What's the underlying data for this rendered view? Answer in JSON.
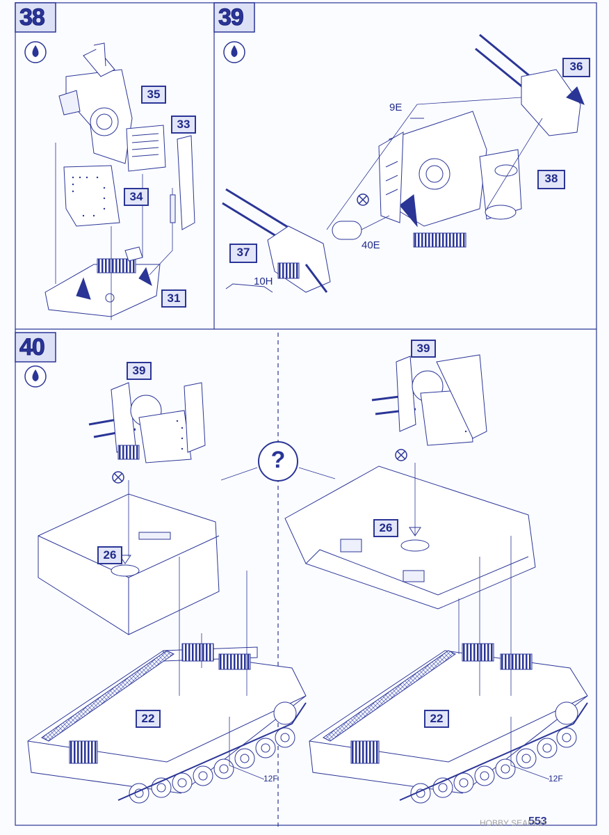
{
  "steps": {
    "s38": "38",
    "s39": "39",
    "s40": "40"
  },
  "parts": {
    "p35": "35",
    "p33": "33",
    "p34": "34",
    "p31": "31",
    "p36": "36",
    "p38": "38",
    "p37": "37",
    "p9e": "9E",
    "p40e": "40E",
    "p10h": "10H",
    "p39a": "39",
    "p26a": "26",
    "p22a": "22",
    "p12fa": "12F",
    "p39b": "39",
    "p26b": "26",
    "p22b": "22",
    "p12fb": "12F"
  },
  "question_mark": "?",
  "footer": {
    "product_code": "553",
    "watermark": "HOBBY SEARCH"
  },
  "colors": {
    "ink": "#2a3596",
    "background": "#fbfcff",
    "callout_fill": "#e3e6f8"
  },
  "icons": [
    "glue-drop-icon",
    "no-glue-icon",
    "question-icon"
  ]
}
